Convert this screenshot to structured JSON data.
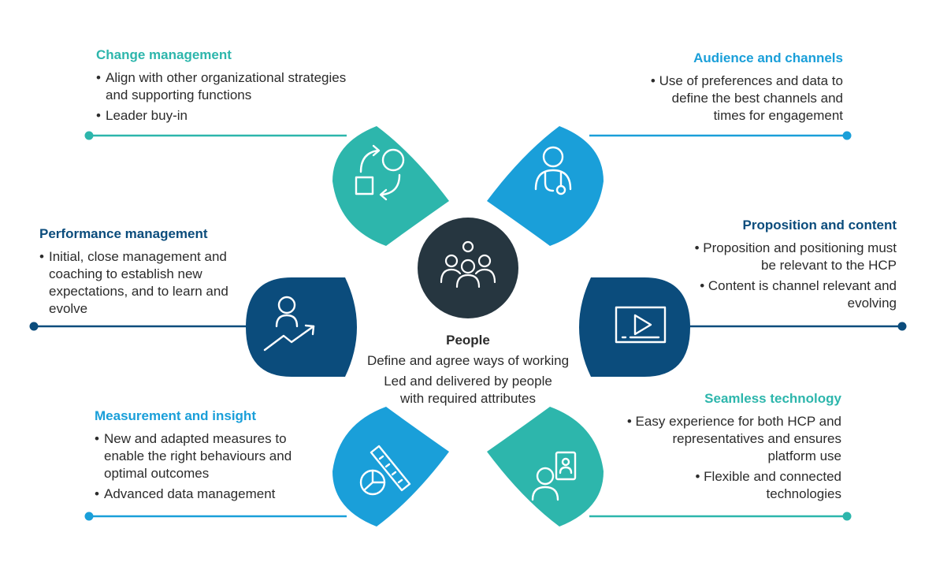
{
  "colors": {
    "teal": "#2db6ac",
    "blue": "#1a9fd9",
    "navy": "#0b4c7c",
    "dark": "#263640",
    "text": "#2b2b2b"
  },
  "center": {
    "icon": "people-group-icon",
    "title": "People",
    "lines": [
      "Define and agree ways of working",
      "Led and delivered by people",
      "with required attributes"
    ]
  },
  "sections": {
    "change_management": {
      "title": "Change management",
      "icon": "change-cycle-icon",
      "bullets": [
        "Align with other organizational strategies and supporting functions",
        "Leader buy-in"
      ]
    },
    "audience_channels": {
      "title": "Audience and channels",
      "icon": "doctor-stethoscope-icon",
      "bullets": [
        "Use of preferences and data to define the best channels and times for engagement"
      ]
    },
    "performance_management": {
      "title": "Performance management",
      "icon": "person-growth-icon",
      "bullets": [
        "Initial, close management and coaching to establish new expectations, and to learn and evolve"
      ]
    },
    "proposition_content": {
      "title": "Proposition and content",
      "icon": "video-player-icon",
      "bullets": [
        "Proposition and positioning must be relevant to the HCP",
        "Content is channel relevant and evolving"
      ]
    },
    "measurement_insight": {
      "title": "Measurement and insight",
      "icon": "ruler-chart-icon",
      "bullets": [
        "New and adapted measures to enable the right behaviours and optimal outcomes",
        "Advanced data management"
      ]
    },
    "seamless_technology": {
      "title": "Seamless technology",
      "icon": "person-tablet-icon",
      "bullets": [
        "Easy experience for both HCP and representatives and ensures platform use",
        "Flexible and connected technologies"
      ]
    }
  }
}
